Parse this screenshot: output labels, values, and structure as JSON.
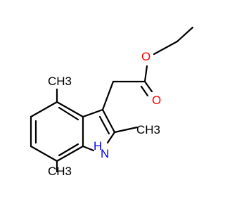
{
  "molecule": {
    "labels": {
      "ch3_top": "CH3",
      "ch3_right": "CH3",
      "ch3_bottom": "CH3",
      "nh_h": "H",
      "nh_n": "N",
      "carbonyl_o": "O",
      "ester_o": "O"
    },
    "colors": {
      "bond": "#000000",
      "carbon_label": "#000000",
      "oxygen": "#ff0000",
      "nitrogen": "#0000ff"
    }
  }
}
